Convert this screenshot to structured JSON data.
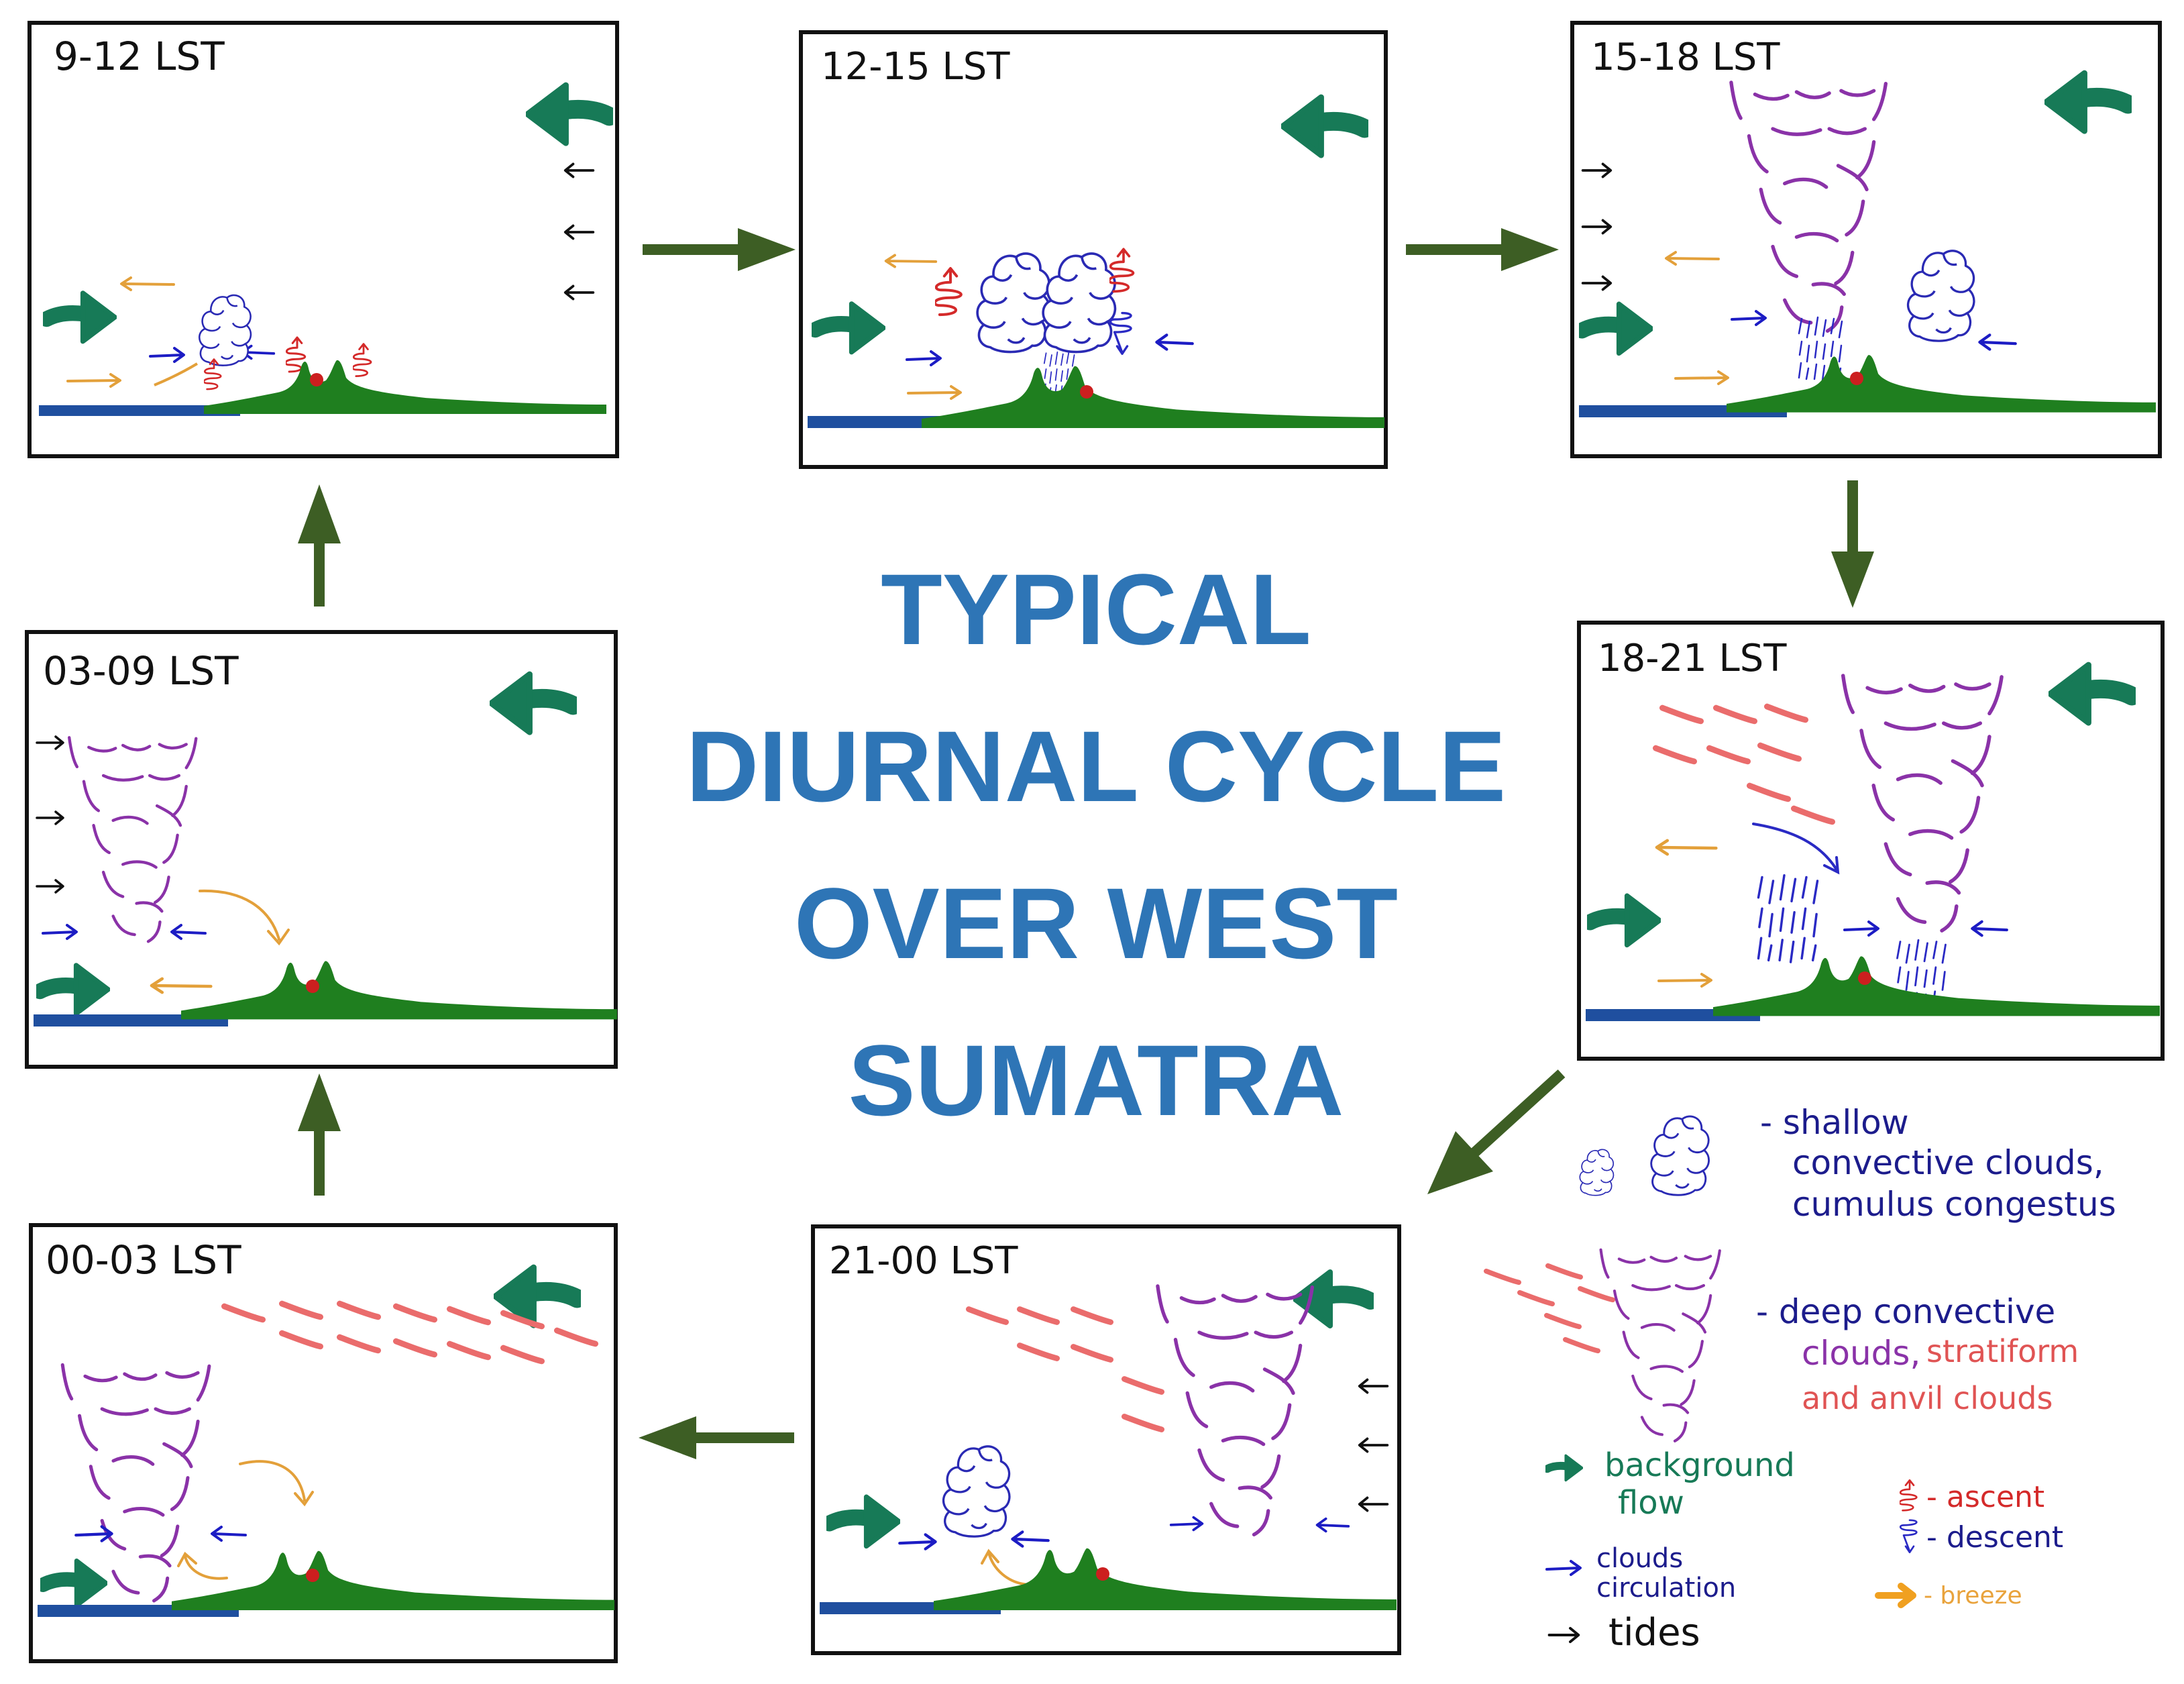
{
  "title": {
    "lines": [
      "TYPICAL",
      "DIURNAL CYCLE",
      "OVER WEST",
      "SUMATRA"
    ],
    "color": "#2e75b6"
  },
  "colors": {
    "background_flow": "#177a57",
    "cycle_arrow": "#3d5e24",
    "cloud_circulation": "#1c1cc4",
    "breeze": "#e3a03a",
    "ascent": "#d42a2a",
    "descent": "#2a2ac4",
    "deep_cloud": "#8a32a8",
    "stratiform": "#ea6c6c",
    "land": "#1f7f1f",
    "sea": "#1f4f9f",
    "tides": "#111111",
    "summit": "#cc1f1f"
  },
  "panels": [
    {
      "id": "p0912",
      "label": "9-12 LST"
    },
    {
      "id": "p1215",
      "label": "12-15 LST"
    },
    {
      "id": "p1518",
      "label": "15-18 LST"
    },
    {
      "id": "p1821",
      "label": "18-21 LST"
    },
    {
      "id": "p2100",
      "label": "21-00 LST"
    },
    {
      "id": "p0003",
      "label": "00-03 LST"
    },
    {
      "id": "p0309",
      "label": "03-09 LST"
    }
  ],
  "legend": {
    "shallow_line1": "- shallow",
    "shallow_line2": "convective clouds,",
    "shallow_line3": "cumulus congestus",
    "deep_line1": "- deep convective",
    "deep_line2a": "clouds,",
    "deep_line2b": "stratiform",
    "deep_line3": "and anvil clouds",
    "background_flow_1": "background",
    "background_flow_2": "flow",
    "clouds_circulation_1": "clouds",
    "clouds_circulation_2": "circulation",
    "tides": "tides",
    "ascent": "- ascent",
    "descent": "- descent",
    "breeze": "- breeze"
  }
}
